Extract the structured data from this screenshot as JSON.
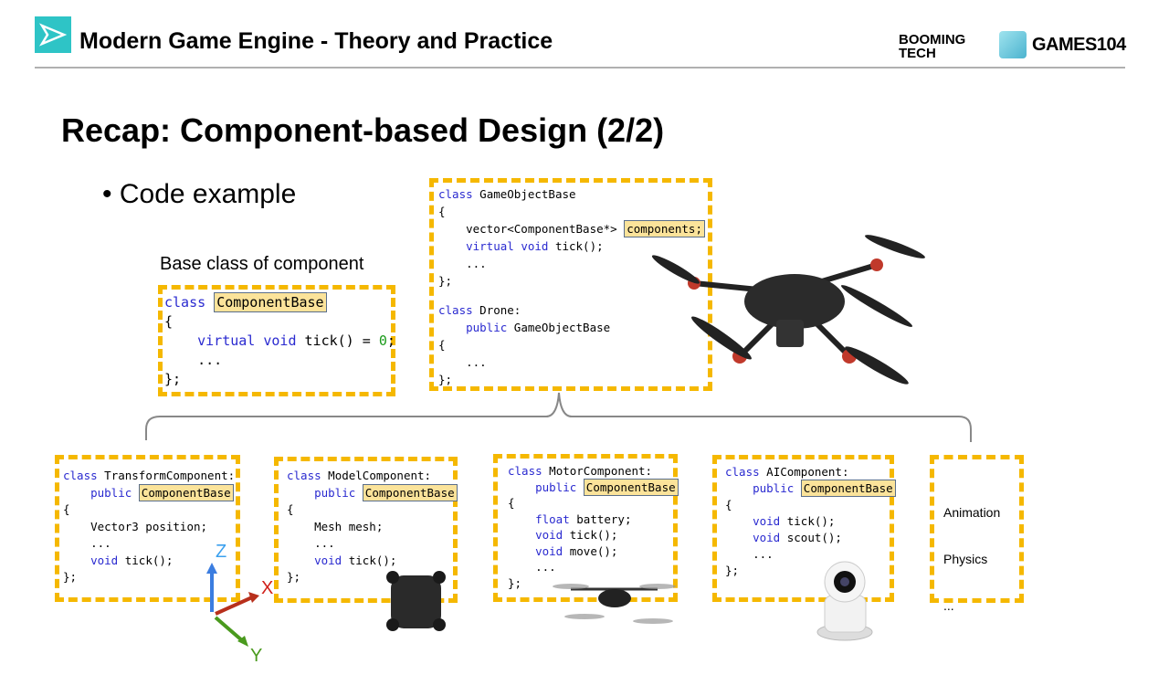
{
  "header": {
    "title": "Modern Game Engine - Theory and Practice",
    "logo_booming": "BOOMING TECH",
    "logo_games": "GAMES104"
  },
  "slide": {
    "heading": "Recap: Component-based Design (2/2)",
    "bullet": "• Code example",
    "base_caption": "Base class of component"
  },
  "code": {
    "base": [
      [
        [
          "class",
          "kw"
        ],
        [
          " ",
          ""
        ],
        [
          "ComponentBase",
          "hl"
        ]
      ],
      [
        [
          "{",
          ""
        ]
      ],
      [
        [
          "    ",
          ""
        ],
        [
          "virtual void",
          "kw"
        ],
        [
          " tick() = ",
          ""
        ],
        [
          "0",
          "num"
        ],
        [
          ";",
          ""
        ]
      ],
      [
        [
          "    ...",
          ""
        ]
      ],
      [
        [
          "};",
          ""
        ]
      ]
    ],
    "gameobject": [
      [
        [
          "class",
          "kw"
        ],
        [
          " GameObjectBase",
          ""
        ]
      ],
      [
        [
          "{",
          ""
        ]
      ],
      [
        [
          "    vector<ComponentBase*> ",
          ""
        ],
        [
          "components;",
          "hl"
        ]
      ],
      [
        [
          "    ",
          ""
        ],
        [
          "virtual void",
          "kw"
        ],
        [
          " tick();",
          ""
        ]
      ],
      [
        [
          "    ...",
          ""
        ]
      ],
      [
        [
          "};",
          ""
        ]
      ],
      [
        [
          "",
          ""
        ]
      ],
      [
        [
          "class",
          "kw"
        ],
        [
          " Drone:",
          ""
        ]
      ],
      [
        [
          "    ",
          ""
        ],
        [
          "public",
          "kw"
        ],
        [
          " GameObjectBase",
          ""
        ]
      ],
      [
        [
          "{",
          ""
        ]
      ],
      [
        [
          "    ...",
          ""
        ]
      ],
      [
        [
          "};",
          ""
        ]
      ]
    ],
    "transform": [
      [
        [
          "class",
          "kw"
        ],
        [
          " TransformComponent:",
          ""
        ]
      ],
      [
        [
          "    ",
          ""
        ],
        [
          "public",
          "kw"
        ],
        [
          " ",
          ""
        ],
        [
          "ComponentBase",
          "hl"
        ]
      ],
      [
        [
          "{",
          ""
        ]
      ],
      [
        [
          "    Vector3 position;",
          ""
        ]
      ],
      [
        [
          "    ...",
          ""
        ]
      ],
      [
        [
          "    ",
          ""
        ],
        [
          "void",
          "kw"
        ],
        [
          " tick();",
          ""
        ]
      ],
      [
        [
          "};",
          ""
        ]
      ]
    ],
    "model": [
      [
        [
          "class",
          "kw"
        ],
        [
          " ModelComponent:",
          ""
        ]
      ],
      [
        [
          "    ",
          ""
        ],
        [
          "public",
          "kw"
        ],
        [
          " ",
          ""
        ],
        [
          "ComponentBase",
          "hl"
        ]
      ],
      [
        [
          "{",
          ""
        ]
      ],
      [
        [
          "    Mesh mesh;",
          ""
        ]
      ],
      [
        [
          "    ...",
          ""
        ]
      ],
      [
        [
          "    ",
          ""
        ],
        [
          "void",
          "kw"
        ],
        [
          " tick();",
          ""
        ]
      ],
      [
        [
          "};",
          ""
        ]
      ]
    ],
    "motor": [
      [
        [
          "class",
          "kw"
        ],
        [
          " MotorComponent:",
          ""
        ]
      ],
      [
        [
          "    ",
          ""
        ],
        [
          "public",
          "kw"
        ],
        [
          " ",
          ""
        ],
        [
          "ComponentBase",
          "hl"
        ]
      ],
      [
        [
          "{",
          ""
        ]
      ],
      [
        [
          "    ",
          ""
        ],
        [
          "float",
          "kw"
        ],
        [
          " battery;",
          ""
        ]
      ],
      [
        [
          "    ",
          ""
        ],
        [
          "void",
          "kw"
        ],
        [
          " tick();",
          ""
        ]
      ],
      [
        [
          "    ",
          ""
        ],
        [
          "void",
          "kw"
        ],
        [
          " move();",
          ""
        ]
      ],
      [
        [
          "    ...",
          ""
        ]
      ],
      [
        [
          "};",
          ""
        ]
      ]
    ],
    "ai": [
      [
        [
          "class",
          "kw"
        ],
        [
          " AIComponent:",
          ""
        ]
      ],
      [
        [
          "    ",
          ""
        ],
        [
          "public",
          "kw"
        ],
        [
          " ",
          ""
        ],
        [
          "ComponentBase",
          "hl"
        ]
      ],
      [
        [
          "{",
          ""
        ]
      ],
      [
        [
          "    ",
          ""
        ],
        [
          "void",
          "kw"
        ],
        [
          " tick();",
          ""
        ]
      ],
      [
        [
          "    ",
          ""
        ],
        [
          "void",
          "kw"
        ],
        [
          " scout();",
          ""
        ]
      ],
      [
        [
          "    ...",
          ""
        ]
      ],
      [
        [
          "};",
          ""
        ]
      ]
    ]
  },
  "others": {
    "line1": "Animation",
    "line2": "Physics",
    "line3": "..."
  },
  "axes": {
    "x": "X",
    "y": "Y",
    "z": "Z"
  },
  "colors": {
    "accent": "#2ec4c6",
    "dash": "#f5b800",
    "keyword": "#2a2ad0",
    "highlight": "#fbe39a"
  }
}
